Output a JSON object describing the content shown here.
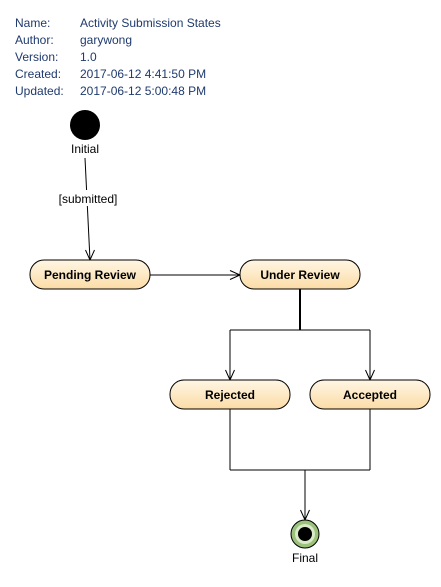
{
  "metadata": [
    {
      "key": "Name:",
      "value": "Activity Submission States"
    },
    {
      "key": "Author:",
      "value": "garywong"
    },
    {
      "key": "Version:",
      "value": "1.0"
    },
    {
      "key": "Created:",
      "value": "2017-06-12 4:41:50 PM"
    },
    {
      "key": "Updated:",
      "value": "2017-06-12 5:00:48 PM"
    }
  ],
  "nodes": {
    "initial": "Initial",
    "final": "Final",
    "pending_review": "Pending Review",
    "under_review": "Under Review",
    "rejected": "Rejected",
    "accepted": "Accepted"
  },
  "transitions": {
    "initial_to_pending_guard": "[submitted]"
  },
  "colors": {
    "metadata_text": "#1f3a6e",
    "state_fill_top": "#fff6e4",
    "state_fill_bottom": "#fbdca6",
    "state_border": "#000000",
    "final_ring": "#9ac27a",
    "final_inner_ring": "#dbe9c9"
  }
}
